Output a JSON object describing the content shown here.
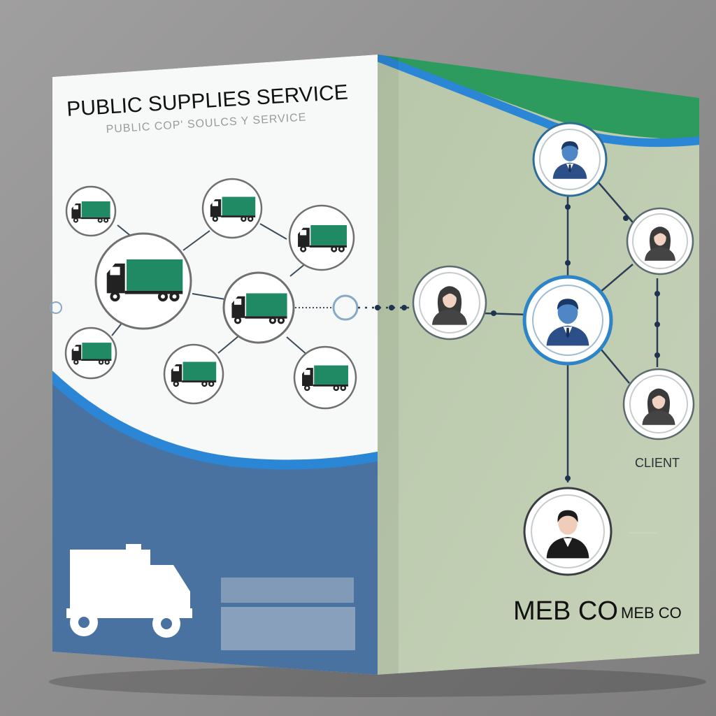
{
  "brochure": {
    "title": "PUBLIC SUPPLIES SERVICE",
    "subtitle": "PUBLIC COP' SOULCS Y SERVICE",
    "client_label": "CLIENT",
    "company_large": "MEB CO",
    "company_small": "MEB CO"
  },
  "colors": {
    "background": "#8e8d8d",
    "left_panel": "#f7f8f8",
    "right_panel": "#b6c7a8",
    "navy": "#4a72a0",
    "wave_blue": "#2b86d6",
    "wave_green": "#2d9a5e",
    "truck_green": "#1f8a64"
  },
  "icons": [
    "truck-icon",
    "person-icon",
    "delivery-truck-icon"
  ]
}
